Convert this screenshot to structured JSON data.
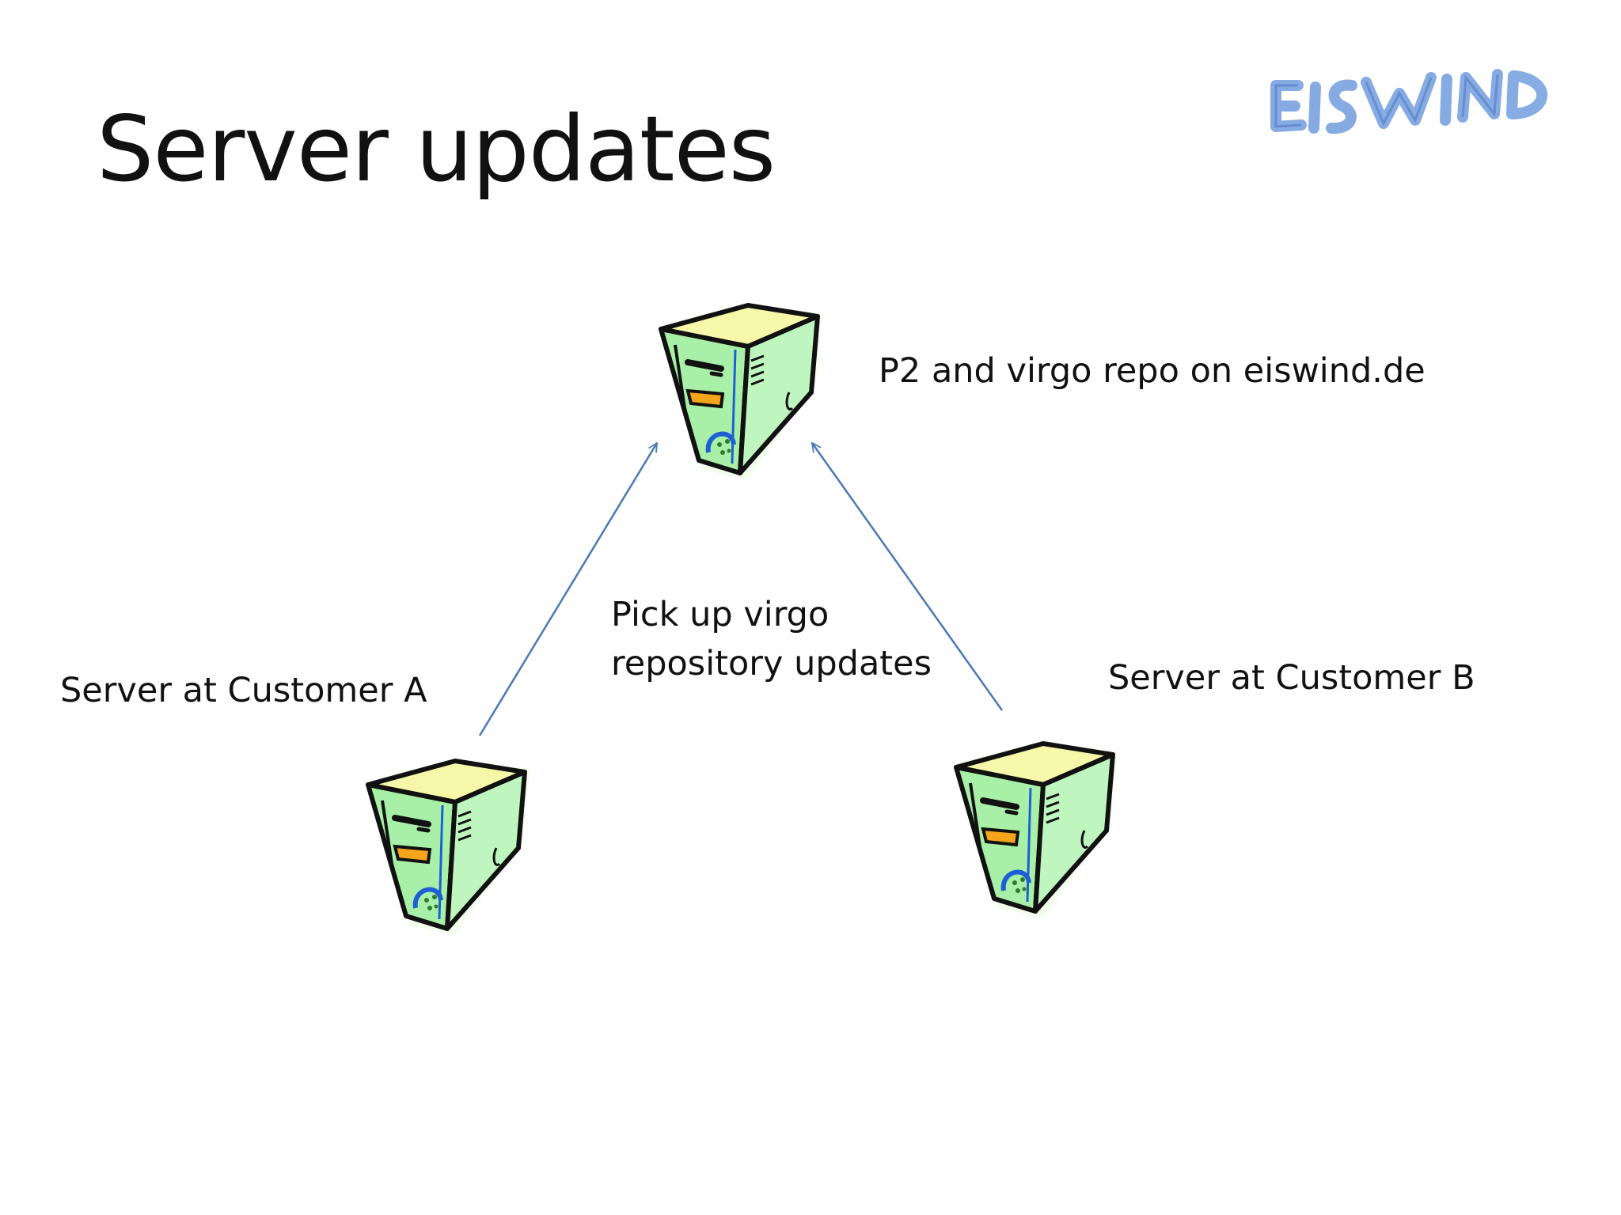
{
  "slide": {
    "title": "Server updates",
    "logo_text": "EISWIND"
  },
  "nodes": {
    "repo": {
      "label": "P2 and virgo repo on eiswind.de",
      "icon": "server-tower-icon"
    },
    "customer_a": {
      "label": "Server at Customer A",
      "icon": "server-tower-icon"
    },
    "customer_b": {
      "label": "Server at Customer B",
      "icon": "server-tower-icon"
    }
  },
  "edges": {
    "label_line1": "Pick up virgo",
    "label_line2": "repository updates",
    "from": [
      "customer_a",
      "customer_b"
    ],
    "to": "repo"
  },
  "colors": {
    "arrow": "#4a78b5",
    "server_body": "#a8f0a8",
    "server_top": "#f6f7a8",
    "server_outline": "#111111",
    "server_accent": "#1f5fd6",
    "server_slot": "#f4a51a",
    "logo_fill": "#7aa3e0"
  }
}
